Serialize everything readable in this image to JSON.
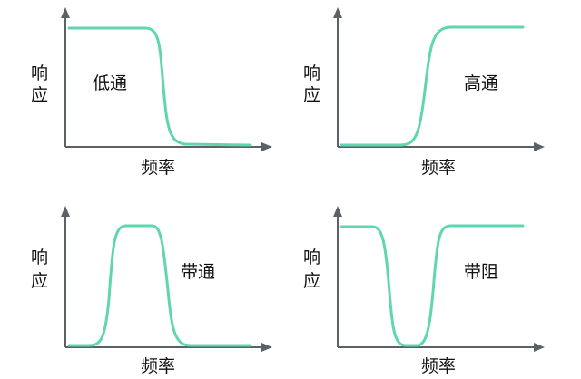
{
  "panels": [
    {
      "title": "低通",
      "y_label_top": "响",
      "y_label_bottom": "应",
      "x_label": "频率",
      "shape": "low-pass"
    },
    {
      "title": "高通",
      "y_label_top": "响",
      "y_label_bottom": "应",
      "x_label": "频率",
      "shape": "high-pass"
    },
    {
      "title": "带通",
      "y_label_top": "响",
      "y_label_bottom": "应",
      "x_label": "频率",
      "shape": "band-pass"
    },
    {
      "title": "带阻",
      "y_label_top": "响",
      "y_label_bottom": "应",
      "x_label": "频率",
      "shape": "band-stop"
    }
  ],
  "colors": {
    "curve": "#5fd6b0",
    "axis": "#5c6166",
    "text": "#111111"
  }
}
